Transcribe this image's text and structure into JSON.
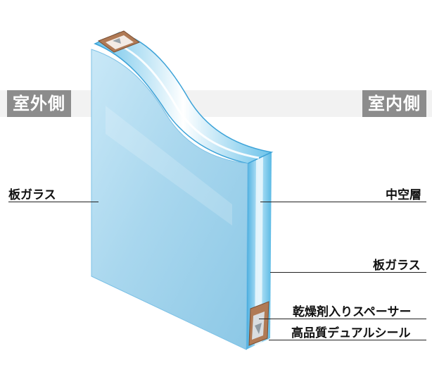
{
  "labels": {
    "exterior_side": "室外側",
    "interior_side": "室内側",
    "outer_pane": "板ガラス",
    "air_layer": "中空層",
    "inner_pane": "板ガラス",
    "spacer": "乾燥剤入りスペーサー",
    "seal": "高品質デュアルシール"
  },
  "colors": {
    "glass_front": "#a8d6ee",
    "glass_edge": "#5ab9e4",
    "spacer": "#b07a55",
    "side_tag_bg": "#8c8c8c"
  }
}
